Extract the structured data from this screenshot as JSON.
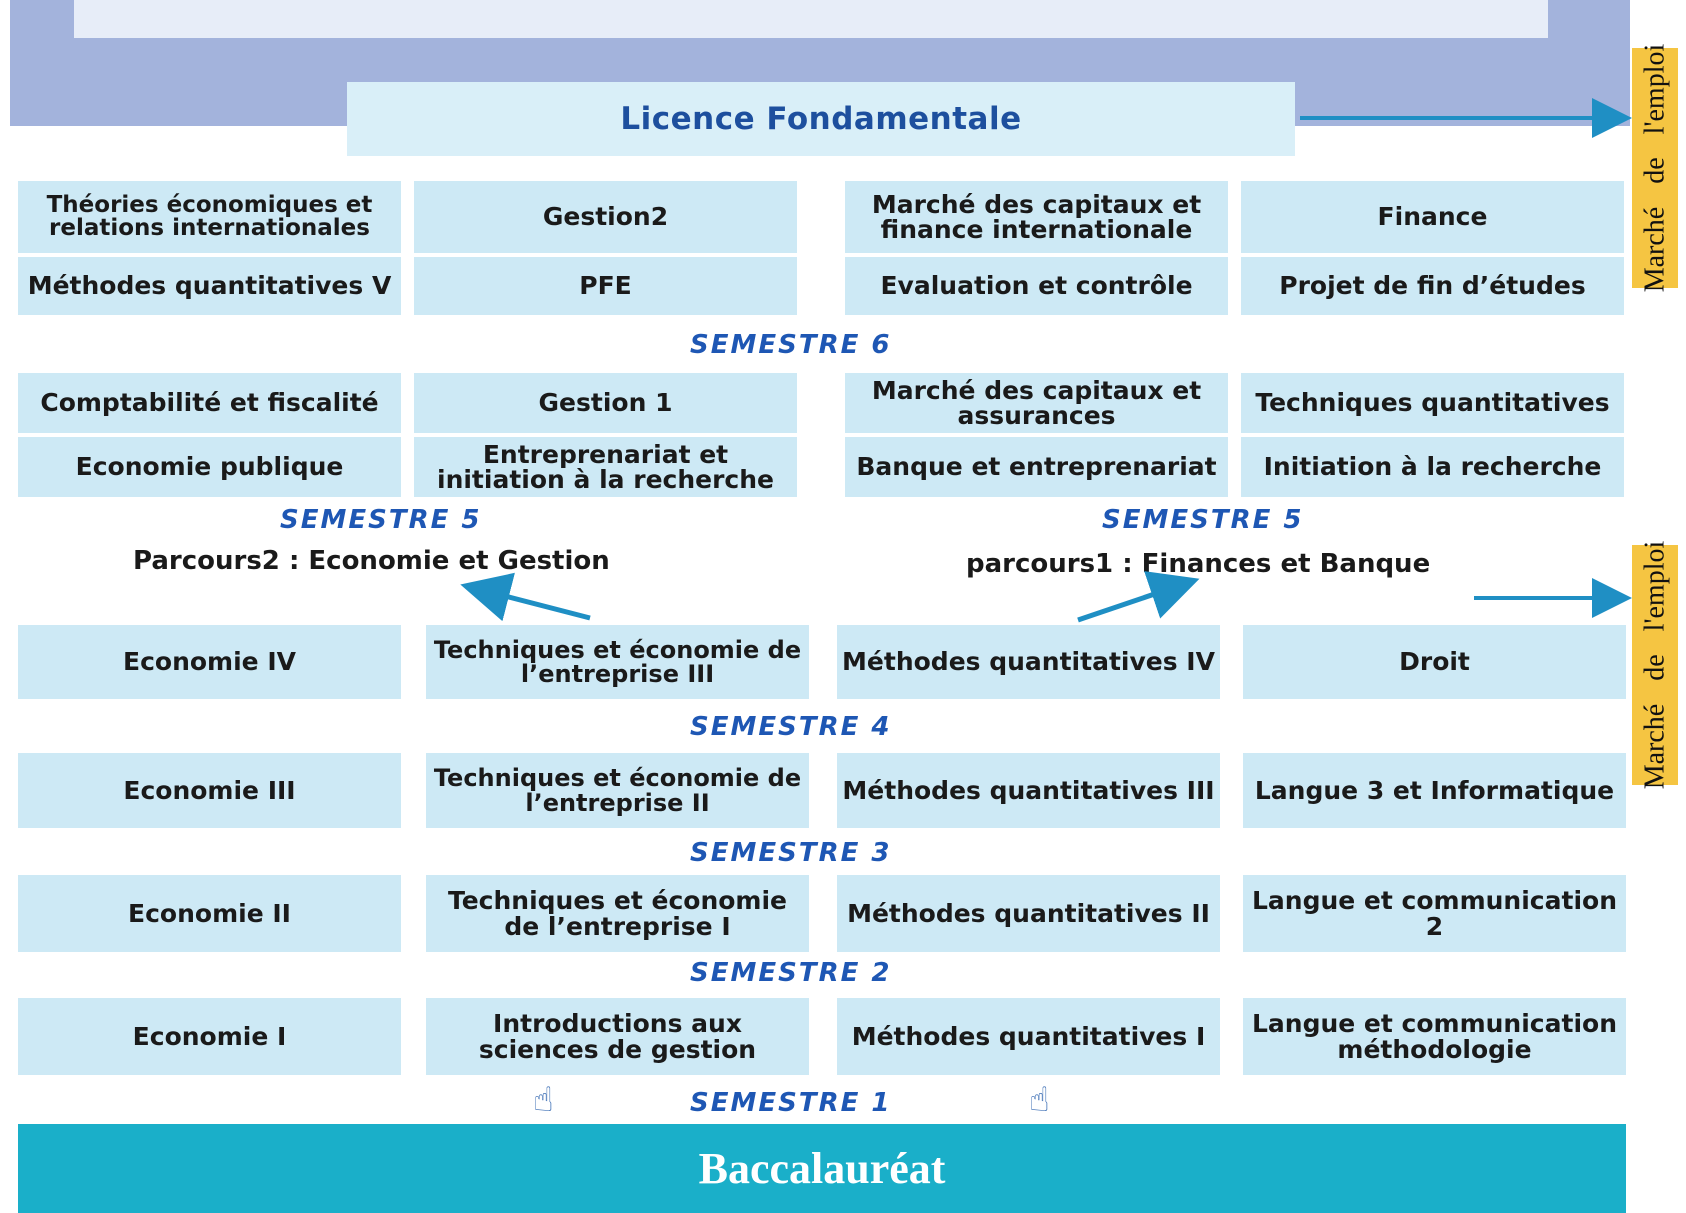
{
  "title": "Licence Fondamentale",
  "side_label": "Marché de l'emploi",
  "bottom": "Baccalauréat",
  "parcours": {
    "left": "Parcours2 : Economie et Gestion",
    "right": "parcours1 : Finances et Banque"
  },
  "semesters": {
    "s6": "SEMESTRE 6",
    "s5": "SEMESTRE 5",
    "s4": "SEMESTRE 4",
    "s3": "SEMESTRE 3",
    "s2": "SEMESTRE 2",
    "s1": "SEMESTRE 1"
  },
  "rows": {
    "s6a": [
      "Théories économiques et relations internationales",
      "Gestion2",
      "Marché des capitaux et finance internationale",
      "Finance"
    ],
    "s6b": [
      "Méthodes quantitatives V",
      "PFE",
      "Evaluation et contrôle",
      "Projet de fin d’études"
    ],
    "s5a": [
      "Comptabilité et fiscalité",
      "Gestion 1",
      "Marché des capitaux et assurances",
      "Techniques quantitatives"
    ],
    "s5b": [
      "Economie publique",
      "Entreprenariat et initiation à la recherche",
      "Banque et entreprenariat",
      "Initiation à la recherche"
    ],
    "s4": [
      "Economie IV",
      "Techniques et économie de l’entreprise III",
      "Méthodes quantitatives IV",
      "Droit"
    ],
    "s3": [
      "Economie III",
      "Techniques et économie de l’entreprise II",
      "Méthodes quantitatives III",
      "Langue 3 et Informatique"
    ],
    "s2": [
      "Economie II",
      "Techniques et économie de l’entreprise I",
      "Méthodes quantitatives II",
      "Langue et communication 2"
    ],
    "s1": [
      "Economie I",
      "Introductions aux sciences de gestion",
      "Méthodes quantitatives I",
      "Langue et communication méthodologie"
    ]
  },
  "colors": {
    "cell": "#cde9f5",
    "semester": "#1e57b4",
    "band": "#a3b3dc",
    "side": "#f5c542",
    "bac": "#1aafc9",
    "arrow": "#1f8fc4"
  },
  "icons": [
    "pointing-hand-icon",
    "pointing-hand-icon"
  ]
}
